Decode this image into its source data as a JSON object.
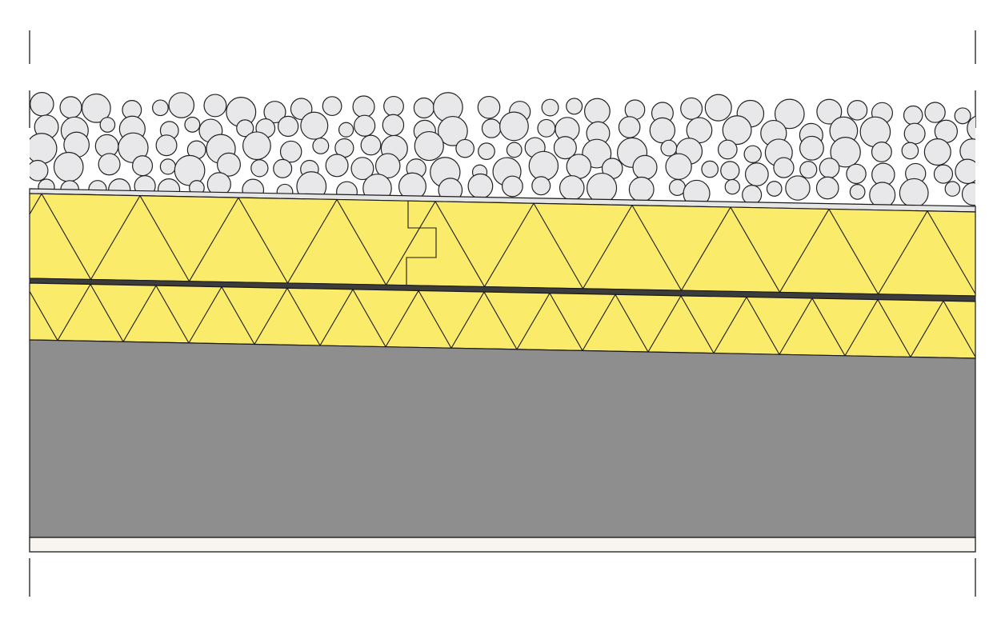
{
  "diagram": {
    "type": "roof-section-detail",
    "layers": [
      {
        "name": "gravel-ballast",
        "fill": "#e8e8ea",
        "stroke": "#222222"
      },
      {
        "name": "membrane",
        "fill": "#e6e6e6"
      },
      {
        "name": "upper-insulation",
        "fill": "#fbeb6b"
      },
      {
        "name": "separation-layer",
        "fill": "#3c3c3c"
      },
      {
        "name": "lower-insulation",
        "fill": "#fbeb6b"
      },
      {
        "name": "concrete-slab",
        "fill": "#8f8e8f"
      },
      {
        "name": "ceiling-plaster",
        "fill": "#f8f5ef"
      }
    ],
    "line_color": "#1a1a1a"
  }
}
